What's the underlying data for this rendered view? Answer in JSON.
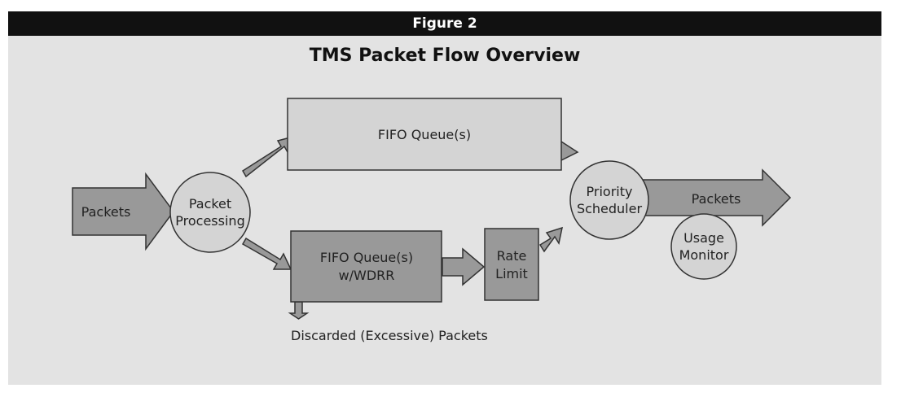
{
  "figure": {
    "header": "Figure 2",
    "title": "TMS Packet Flow Overview"
  },
  "colors": {
    "background": "#e3e3e3",
    "header": "#111111",
    "light_fill": "#d4d4d4",
    "dark_fill": "#999999",
    "stroke": "#333333"
  },
  "nodes": {
    "packets_in": "Packets",
    "packet_processing": [
      "Packet",
      "Processing"
    ],
    "fifo_queue": "FIFO Queue(s)",
    "fifo_wdrr": [
      "FIFO Queue(s)",
      "w/WDRR"
    ],
    "rate_limit": [
      "Rate",
      "Limit"
    ],
    "priority_scheduler": [
      "Priority",
      "Scheduler"
    ],
    "packets_out": "Packets",
    "usage_monitor": [
      "Usage",
      "Monitor"
    ],
    "discarded": "Discarded (Excessive) Packets"
  }
}
